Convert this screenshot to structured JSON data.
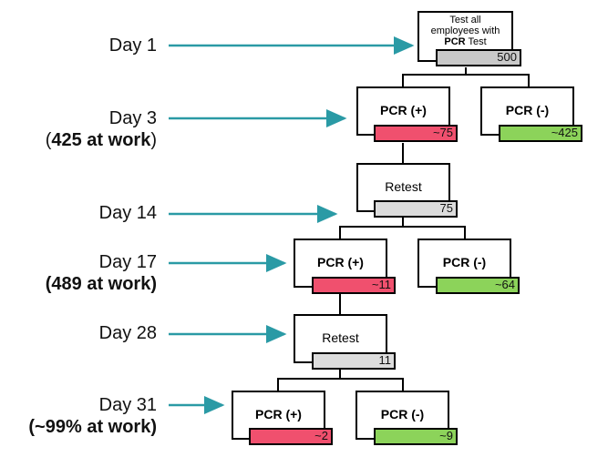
{
  "days": [
    {
      "label": "Day 1",
      "sub": ""
    },
    {
      "label": "Day 3",
      "sub_open": "(",
      "sub": "425 at work",
      "sub_close": ")"
    },
    {
      "label": "Day 14",
      "sub": ""
    },
    {
      "label": "Day 17",
      "sub": "(489 at work)"
    },
    {
      "label": "Day 28",
      "sub": ""
    },
    {
      "label": "Day 31",
      "sub": "(~99% at work)"
    }
  ],
  "boxes": {
    "root": {
      "line1": "Test all",
      "line2": "employees with",
      "bold": "PCR",
      "rest": " Test",
      "count": "500"
    },
    "day3_pos": {
      "title": "PCR (+)",
      "count": "~75"
    },
    "day3_neg": {
      "title": "PCR (-)",
      "count": "~425"
    },
    "retest1": {
      "title": "Retest",
      "count": "75"
    },
    "day17_pos": {
      "title": "PCR (+)",
      "count": "~11"
    },
    "day17_neg": {
      "title": "PCR (-)",
      "count": "~64"
    },
    "retest2": {
      "title": "Retest",
      "count": "11"
    },
    "day31_pos": {
      "title": "PCR (+)",
      "count": "~2"
    },
    "day31_neg": {
      "title": "PCR (-)",
      "count": "~9"
    }
  },
  "colors": {
    "arrow": "#2a9aa5",
    "positive": "#f0506e",
    "negative": "#8cd35a",
    "neutral": "#c9c9c9"
  }
}
